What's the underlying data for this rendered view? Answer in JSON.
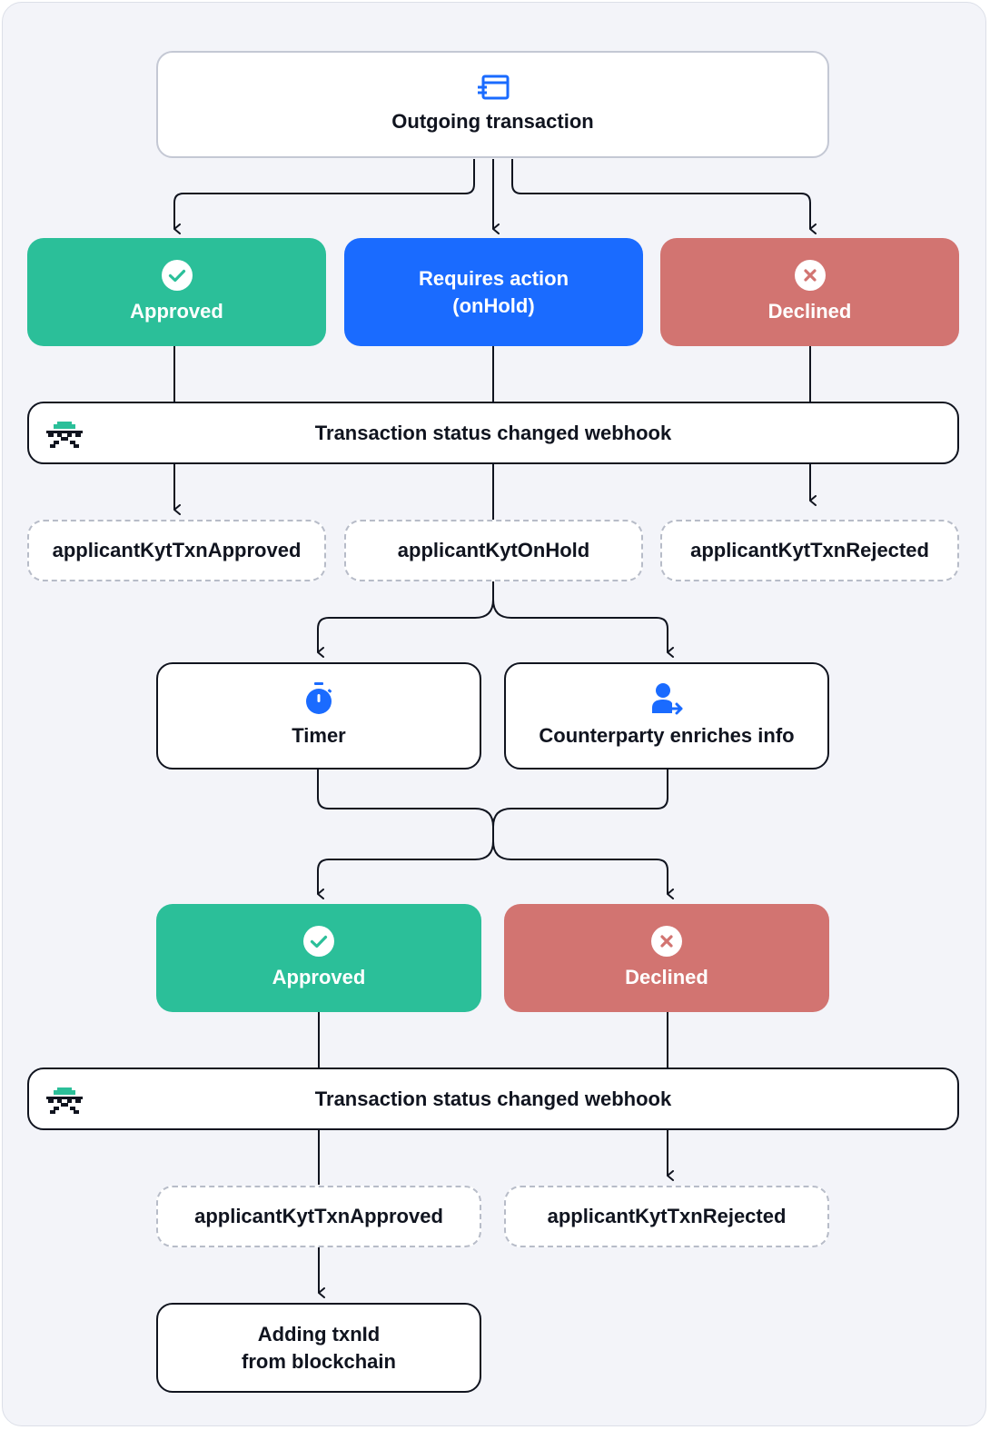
{
  "start": {
    "label": "Outgoing transaction",
    "icon": "card-icon"
  },
  "first_outcomes": {
    "approved": {
      "label": "Approved",
      "icon": "check-circle-icon"
    },
    "requires_action": {
      "label": "Requires action\n(onHold)"
    },
    "declined": {
      "label": "Declined",
      "icon": "x-circle-icon"
    }
  },
  "webhook_1": {
    "label": "Transaction status changed webhook",
    "icon": "webhook-logo-icon"
  },
  "events_1": {
    "approved": "applicantKytTxnApproved",
    "on_hold": "applicantKytOnHold",
    "rejected": "applicantKytTxnRejected"
  },
  "hold_branches": {
    "timer": {
      "label": "Timer",
      "icon": "stopwatch-icon"
    },
    "counterparty": {
      "label": "Counterparty enriches info",
      "icon": "user-arrow-icon"
    }
  },
  "second_outcomes": {
    "approved": {
      "label": "Approved",
      "icon": "check-circle-icon"
    },
    "declined": {
      "label": "Declined",
      "icon": "x-circle-icon"
    }
  },
  "webhook_2": {
    "label": "Transaction status changed webhook",
    "icon": "webhook-logo-icon"
  },
  "events_2": {
    "approved": "applicantKytTxnApproved",
    "rejected": "applicantKytTxnRejected"
  },
  "final": {
    "label": "Adding txnId\nfrom blockchain"
  },
  "colors": {
    "approved": "#2bbf99",
    "requires_action": "#1a6bff",
    "declined": "#d27471",
    "line": "#10141f",
    "background": "#f3f4f9"
  }
}
